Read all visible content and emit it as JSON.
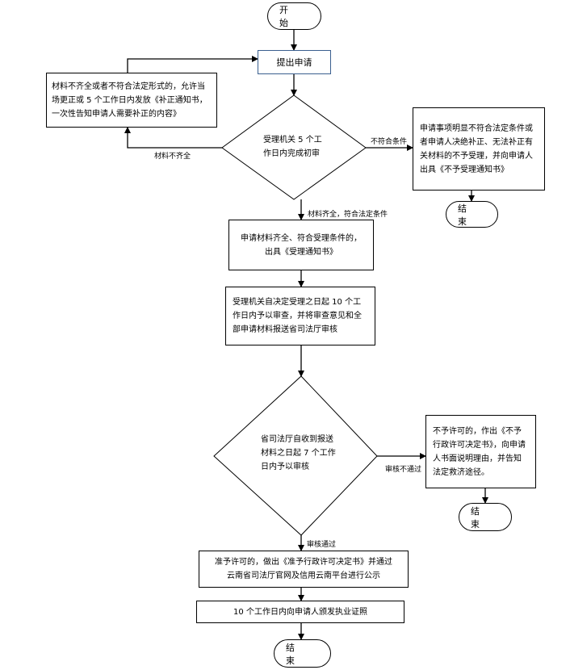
{
  "nodes": {
    "start": "开 始",
    "submit": "提出申请",
    "supplement": "材料不齐全或者不符合法定形式的，允许当场更正或 5 个工作日内发放《补正通知书，一次性告知申请人需要补正的内容》",
    "initial_review": "受理机关 5 个工\n作日内完成初审",
    "reject_notice": "申请事项明显不符合法定条件或者申请人决绝补正、无法补正有关材料的不予受理，并向申请人出具《不予受理通知书》",
    "end1": "结 束",
    "accept_notice": "申请材料齐全、符合受理条件的，\n出具《受理通知书》",
    "review_10days": "受理机关自决定受理之日起 10 个工作日内予以审查，并将审查意见和全部申请材料报送省司法厅审核",
    "provincial_review": "省司法厅自收到报送\n材料之日起 7 个工作\n日内予以审核",
    "deny_license": "不予许可的，作出《不予行政许可决定书》，向申请人书面说明理由，并告知法定救济途径。",
    "end2": "结 束",
    "grant_license": "准予许可的，做出《准予行政许可决定书》并通过\n云南省司法厅官网及信用云南平台进行公示",
    "issue_cert": "10 个工作日内向申请人颁发执业证照",
    "end3": "结 束"
  },
  "edge_labels": {
    "incomplete": "材料不齐全",
    "not_qualified": "不符合条件",
    "complete": "材料齐全，符合法定条件",
    "review_failed": "审核不通过",
    "review_passed": "审核通过"
  },
  "colors": {
    "line": "#000000",
    "start_box_border": "#3a5f8f"
  }
}
